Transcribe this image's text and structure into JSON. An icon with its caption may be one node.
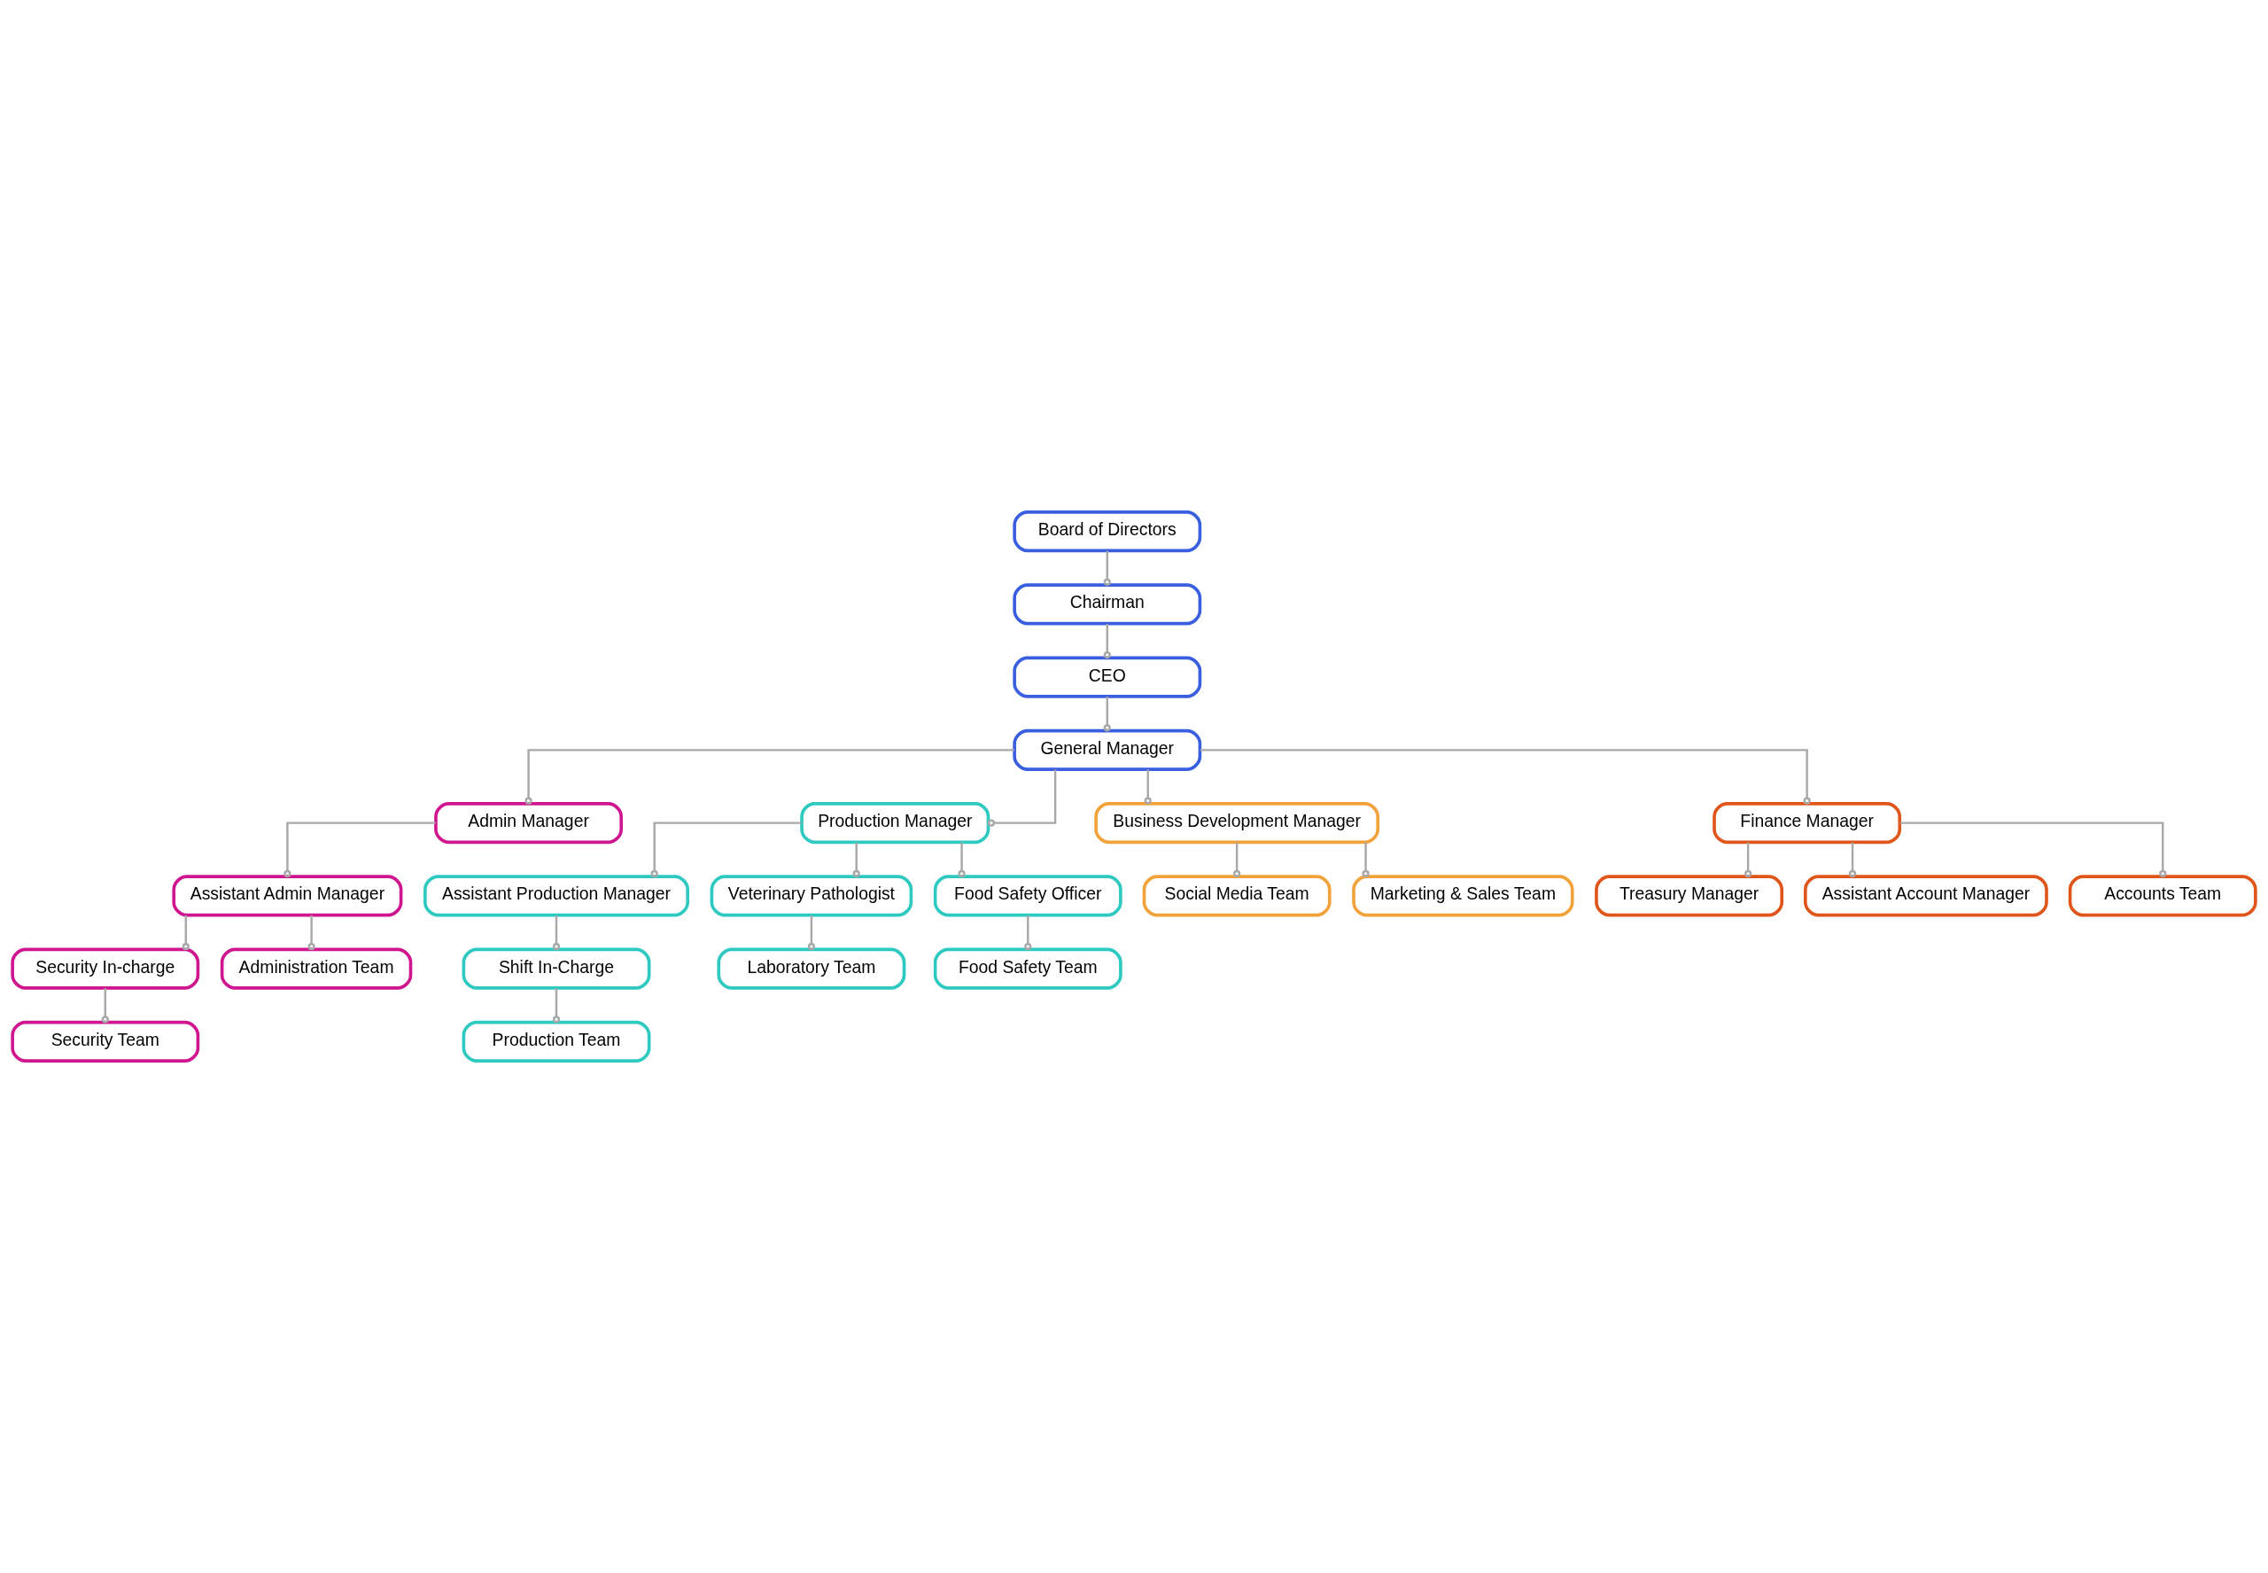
{
  "diagram": {
    "nodes": [
      {
        "text": [
          "Board of Directors"
        ]
      },
      {
        "text": [
          "Chairman"
        ]
      },
      {
        "text": [
          "CEO"
        ]
      },
      {
        "text": [
          "General Manager"
        ]
      },
      {
        "text": [
          "Admin Manager"
        ]
      },
      {
        "text": [
          "Production Manager"
        ]
      },
      {
        "text": [
          "Business Development Manager"
        ]
      },
      {
        "text": [
          "Finance Manager"
        ]
      },
      {
        "text": [
          "Assistant Admin Manager"
        ]
      },
      {
        "text": [
          "Assistant Production Manager"
        ]
      },
      {
        "text": [
          "Veterinary Pathologist"
        ]
      },
      {
        "text": [
          "Food Safety Officer"
        ]
      },
      {
        "text": [
          "Social Media Team"
        ]
      },
      {
        "text": [
          "Treasury Manager"
        ]
      },
      {
        "text": [
          "Security In-charge"
        ]
      },
      {
        "text": [
          "Administration Team"
        ]
      },
      {
        "text": [
          "Shift In-Charge"
        ]
      },
      {
        "text": [
          "Laboratory Team"
        ]
      },
      {
        "text": [
          "Food Safety Team"
        ]
      },
      {
        "text": [
          "Marketing & Sales Team"
        ]
      },
      {
        "text": [
          "Assistant Account Manager"
        ]
      },
      {
        "text": [
          "Security Team"
        ]
      },
      {
        "text": [
          "Production Team"
        ]
      },
      {
        "text": [
          "Accounts Team"
        ]
      }
    ],
    "edges": [
      {
        "from": 0,
        "to": 1,
        "arrow": "other"
      },
      {
        "from": 1,
        "to": 2,
        "arrow": "other"
      },
      {
        "from": 2,
        "to": 3,
        "arrow": "other"
      },
      {
        "from": 3,
        "to": 4,
        "arrow": "other"
      },
      {
        "from": 3,
        "to": 5,
        "arrow": "other"
      },
      {
        "from": 3,
        "to": 6,
        "arrow": "other"
      },
      {
        "from": 3,
        "to": 7,
        "arrow": "other"
      },
      {
        "from": 4,
        "to": 8,
        "arrow": "other"
      },
      {
        "from": 8,
        "to": 14,
        "arrow": "other"
      },
      {
        "from": 8,
        "to": 15,
        "arrow": "other"
      },
      {
        "from": 14,
        "to": 21,
        "arrow": "other"
      },
      {
        "from": 5,
        "to": 9,
        "arrow": "other"
      },
      {
        "from": 5,
        "to": 10,
        "arrow": "other"
      },
      {
        "from": 5,
        "to": 11,
        "arrow": "other"
      },
      {
        "from": 9,
        "to": 16,
        "arrow": "other"
      },
      {
        "from": 16,
        "to": 22,
        "arrow": "other"
      },
      {
        "from": 10,
        "to": 17,
        "arrow": "other"
      },
      {
        "from": 11,
        "to": 18,
        "arrow": "other"
      },
      {
        "from": 6,
        "to": 12,
        "arrow": "other"
      },
      {
        "from": 6,
        "to": 19,
        "arrow": "other"
      },
      {
        "from": 7,
        "to": 13,
        "arrow": "other"
      },
      {
        "from": 7,
        "to": 20,
        "arrow": "other"
      },
      {
        "from": 7,
        "to": 23,
        "arrow": "other"
      }
    ]
  }
}
